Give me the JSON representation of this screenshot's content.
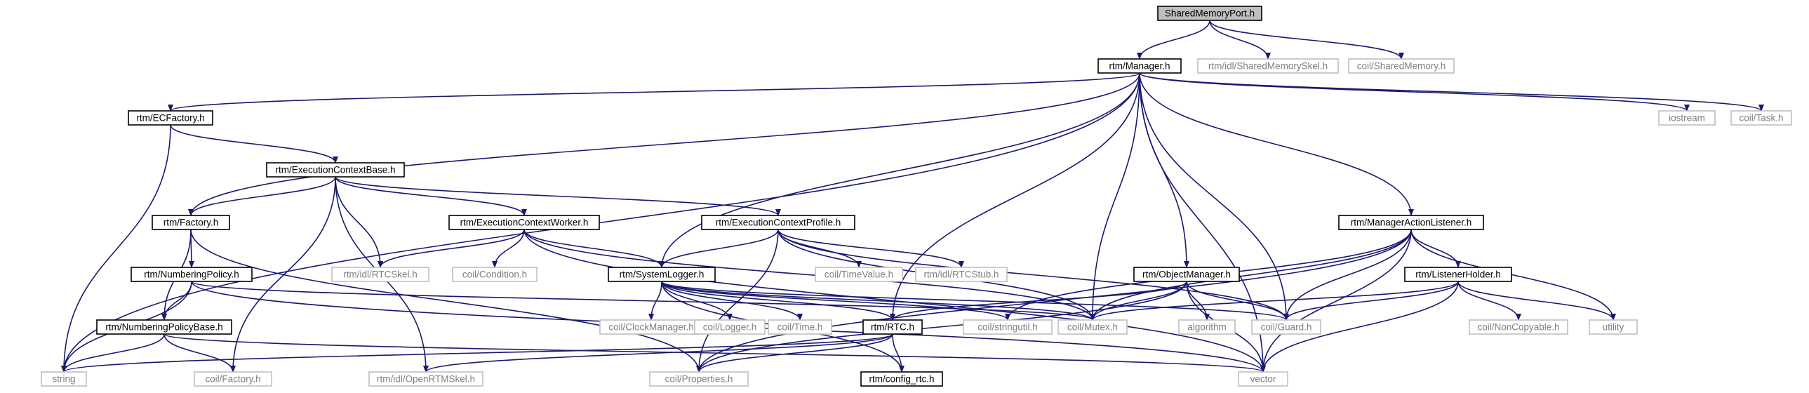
{
  "diagram": {
    "colors": {
      "edge": "#191970",
      "root_fill": "#bfbfbf",
      "box_stroke": "#000000",
      "ghost_stroke": "#bfbfbf",
      "text": "#000000",
      "ghost_text": "#7f7f7f"
    },
    "nodes": [
      {
        "id": "smp",
        "label": "SharedMemoryPort.h",
        "style": "root"
      },
      {
        "id": "mgr",
        "label": "rtm/Manager.h",
        "style": "boxed"
      },
      {
        "id": "idlsms",
        "label": "rtm/idl/SharedMemorySkel.h",
        "style": "ghost"
      },
      {
        "id": "coilsm",
        "label": "coil/SharedMemory.h",
        "style": "ghost"
      },
      {
        "id": "ecf",
        "label": "rtm/ECFactory.h",
        "style": "boxed"
      },
      {
        "id": "iostream",
        "label": "iostream",
        "style": "ghost"
      },
      {
        "id": "task",
        "label": "coil/Task.h",
        "style": "ghost"
      },
      {
        "id": "ecb",
        "label": "rtm/ExecutionContextBase.h",
        "style": "boxed"
      },
      {
        "id": "fac",
        "label": "rtm/Factory.h",
        "style": "boxed"
      },
      {
        "id": "ecw",
        "label": "rtm/ExecutionContextWorker.h",
        "style": "boxed"
      },
      {
        "id": "ecp",
        "label": "rtm/ExecutionContextProfile.h",
        "style": "boxed"
      },
      {
        "id": "mal",
        "label": "rtm/ManagerActionListener.h",
        "style": "boxed"
      },
      {
        "id": "np",
        "label": "rtm/NumberingPolicy.h",
        "style": "boxed"
      },
      {
        "id": "rtcskel",
        "label": "rtm/idl/RTCSkel.h",
        "style": "ghost"
      },
      {
        "id": "cond",
        "label": "coil/Condition.h",
        "style": "ghost"
      },
      {
        "id": "sl",
        "label": "rtm/SystemLogger.h",
        "style": "boxed"
      },
      {
        "id": "tv",
        "label": "coil/TimeValue.h",
        "style": "ghost"
      },
      {
        "id": "rtcstub",
        "label": "rtm/idl/RTCStub.h",
        "style": "ghost"
      },
      {
        "id": "om",
        "label": "rtm/ObjectManager.h",
        "style": "boxed"
      },
      {
        "id": "lh",
        "label": "rtm/ListenerHolder.h",
        "style": "boxed"
      },
      {
        "id": "npb",
        "label": "rtm/NumberingPolicyBase.h",
        "style": "boxed"
      },
      {
        "id": "clockm",
        "label": "coil/ClockManager.h",
        "style": "ghost"
      },
      {
        "id": "logger",
        "label": "coil/Logger.h",
        "style": "ghost"
      },
      {
        "id": "time",
        "label": "coil/Time.h",
        "style": "ghost"
      },
      {
        "id": "rtc",
        "label": "rtm/RTC.h",
        "style": "boxed"
      },
      {
        "id": "su",
        "label": "coil/stringutil.h",
        "style": "ghost"
      },
      {
        "id": "mutex",
        "label": "coil/Mutex.h",
        "style": "ghost"
      },
      {
        "id": "algo",
        "label": "algorithm",
        "style": "ghost"
      },
      {
        "id": "guard",
        "label": "coil/Guard.h",
        "style": "ghost"
      },
      {
        "id": "noncopy",
        "label": "coil/NonCopyable.h",
        "style": "ghost"
      },
      {
        "id": "utility",
        "label": "utility",
        "style": "ghost"
      },
      {
        "id": "string",
        "label": "string",
        "style": "ghost"
      },
      {
        "id": "coilfac",
        "label": "coil/Factory.h",
        "style": "ghost"
      },
      {
        "id": "ortm",
        "label": "rtm/idl/OpenRTMSkel.h",
        "style": "ghost"
      },
      {
        "id": "props",
        "label": "coil/Properties.h",
        "style": "ghost"
      },
      {
        "id": "config",
        "label": "rtm/config_rtc.h",
        "style": "boxed"
      },
      {
        "id": "vector",
        "label": "vector",
        "style": "ghost"
      }
    ],
    "edges": [
      [
        "smp",
        "mgr"
      ],
      [
        "smp",
        "idlsms"
      ],
      [
        "smp",
        "coilsm"
      ],
      [
        "mgr",
        "string"
      ],
      [
        "mgr",
        "ecf"
      ],
      [
        "mgr",
        "fac"
      ],
      [
        "mgr",
        "sl"
      ],
      [
        "mgr",
        "rtc"
      ],
      [
        "mgr",
        "mutex"
      ],
      [
        "mgr",
        "om"
      ],
      [
        "mgr",
        "guard"
      ],
      [
        "mgr",
        "mal"
      ],
      [
        "mgr",
        "vector"
      ],
      [
        "mgr",
        "iostream"
      ],
      [
        "mgr",
        "task"
      ],
      [
        "ecf",
        "ecb"
      ],
      [
        "ecf",
        "string"
      ],
      [
        "ecb",
        "fac"
      ],
      [
        "ecb",
        "ecw"
      ],
      [
        "ecb",
        "ecp"
      ],
      [
        "ecb",
        "rtcskel"
      ],
      [
        "ecb",
        "coilfac"
      ],
      [
        "ecb",
        "ortm"
      ],
      [
        "fac",
        "np"
      ],
      [
        "fac",
        "npb"
      ],
      [
        "fac",
        "props"
      ],
      [
        "ecw",
        "rtcskel"
      ],
      [
        "ecw",
        "cond"
      ],
      [
        "ecw",
        "sl"
      ],
      [
        "ecw",
        "mutex"
      ],
      [
        "ecw",
        "vector"
      ],
      [
        "ecp",
        "sl"
      ],
      [
        "ecp",
        "tv"
      ],
      [
        "ecp",
        "rtcstub"
      ],
      [
        "ecp",
        "guard"
      ],
      [
        "ecp",
        "props"
      ],
      [
        "ecp",
        "mutex"
      ],
      [
        "np",
        "npb"
      ],
      [
        "np",
        "string"
      ],
      [
        "np",
        "mutex"
      ],
      [
        "np",
        "vector"
      ],
      [
        "npb",
        "string"
      ],
      [
        "npb",
        "coilfac"
      ],
      [
        "npb",
        "vector"
      ],
      [
        "sl",
        "clockm"
      ],
      [
        "sl",
        "logger"
      ],
      [
        "sl",
        "time"
      ],
      [
        "sl",
        "rtc"
      ],
      [
        "sl",
        "su"
      ],
      [
        "sl",
        "mutex"
      ],
      [
        "sl",
        "guard"
      ],
      [
        "sl",
        "config"
      ],
      [
        "om",
        "rtc"
      ],
      [
        "om",
        "mutex"
      ],
      [
        "om",
        "algo"
      ],
      [
        "om",
        "guard"
      ],
      [
        "om",
        "vector"
      ],
      [
        "om",
        "props"
      ],
      [
        "mal",
        "lh"
      ],
      [
        "mal",
        "su"
      ],
      [
        "mal",
        "mutex"
      ],
      [
        "mal",
        "guard"
      ],
      [
        "mal",
        "utility"
      ],
      [
        "mal",
        "vector"
      ],
      [
        "mal",
        "props"
      ],
      [
        "lh",
        "noncopy"
      ],
      [
        "lh",
        "utility"
      ],
      [
        "lh",
        "mutex"
      ],
      [
        "lh",
        "guard"
      ],
      [
        "lh",
        "vector"
      ],
      [
        "rtc",
        "config"
      ],
      [
        "rtc",
        "props"
      ],
      [
        "rtc",
        "ortm"
      ],
      [
        "rtc",
        "string"
      ]
    ]
  }
}
